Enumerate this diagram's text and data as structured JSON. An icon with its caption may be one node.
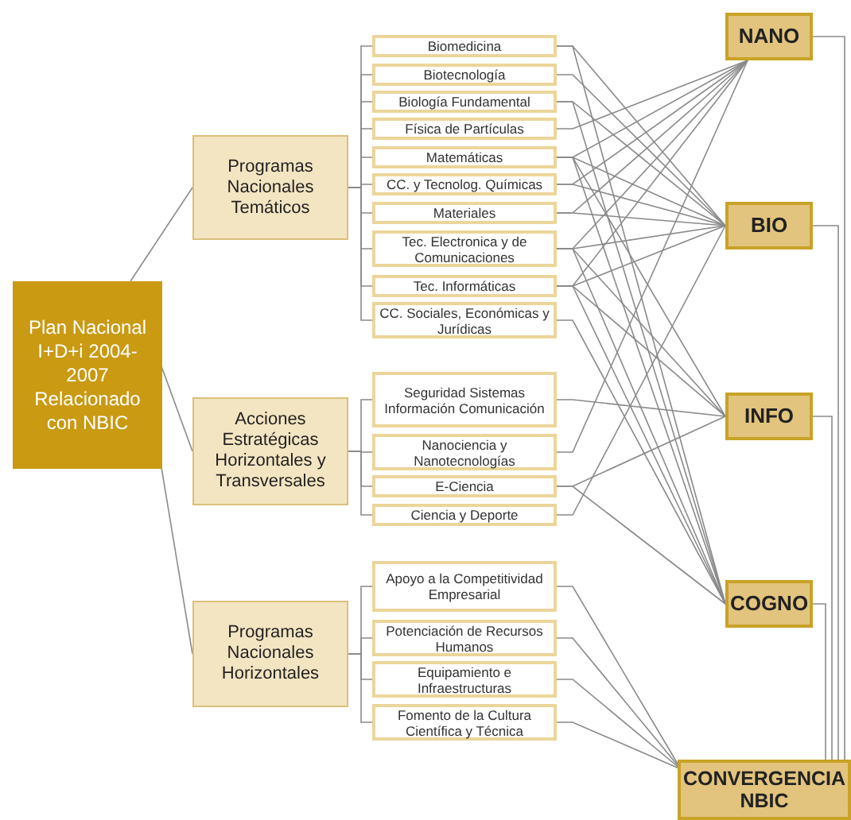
{
  "diagram": {
    "nodes": [
      {
        "text": [
          "Plan Nacional I+D+i 2004-2007 Relacionado con NBIC"
        ]
      },
      {
        "text": [
          "Programas Nacionales Temáticos"
        ]
      },
      {
        "text": [
          "Biomedicina"
        ]
      },
      {
        "text": [
          "Biotecnología"
        ]
      },
      {
        "text": [
          "Biología Fundamental"
        ]
      },
      {
        "text": [
          "Física de Partículas"
        ]
      },
      {
        "text": [
          "Matemáticas"
        ]
      },
      {
        "text": [
          "CC. y Tecnolog. Químicas"
        ]
      },
      {
        "text": [
          "Materiales"
        ]
      },
      {
        "text": [
          "Tec. Electronica y de Comunicaciones"
        ]
      },
      {
        "text": [
          "Tec. Informáticas"
        ]
      },
      {
        "text": [
          "CC. Sociales, Económicas y Jurídicas"
        ]
      },
      {
        "text": [
          "Acciones Estratégicas Horizontales y Transversales"
        ]
      },
      {
        "text": [
          "Seguridad Sistemas Información Comunicación"
        ]
      },
      {
        "text": [
          "Nanociencia y Nanotecnologías"
        ]
      },
      {
        "text": [
          "E-Ciencia"
        ]
      },
      {
        "text": [
          "Ciencia y Deporte"
        ]
      },
      {
        "text": [
          "Programas Nacionales Horizontales"
        ]
      },
      {
        "text": [
          "Apoyo a la Competitividad Empresarial"
        ]
      },
      {
        "text": [
          "Potenciación de Recursos Humanos"
        ]
      },
      {
        "text": [
          "Equipamiento e Infraestructuras"
        ]
      },
      {
        "text": [
          "Fomento de la Cultura Científica y Técnica"
        ]
      },
      {
        "text": [
          "NANO"
        ]
      },
      {
        "text": [
          "BIO"
        ]
      },
      {
        "text": [
          "INFO"
        ]
      },
      {
        "text": [
          "COGNO"
        ]
      },
      {
        "text": [
          "CONVERGENCIA NBIC"
        ]
      }
    ],
    "edges": [
      {
        "from": 0,
        "to": 1,
        "arrow": "none"
      },
      {
        "from": 0,
        "to": 12,
        "arrow": "none"
      },
      {
        "from": 0,
        "to": 17,
        "arrow": "none"
      },
      {
        "from": 1,
        "to": 2,
        "arrow": "none"
      },
      {
        "from": 1,
        "to": 3,
        "arrow": "none"
      },
      {
        "from": 1,
        "to": 4,
        "arrow": "none"
      },
      {
        "from": 1,
        "to": 5,
        "arrow": "none"
      },
      {
        "from": 1,
        "to": 6,
        "arrow": "none"
      },
      {
        "from": 1,
        "to": 7,
        "arrow": "none"
      },
      {
        "from": 1,
        "to": 8,
        "arrow": "none"
      },
      {
        "from": 1,
        "to": 9,
        "arrow": "none"
      },
      {
        "from": 1,
        "to": 10,
        "arrow": "none"
      },
      {
        "from": 1,
        "to": 11,
        "arrow": "none"
      },
      {
        "from": 12,
        "to": 13,
        "arrow": "none"
      },
      {
        "from": 12,
        "to": 14,
        "arrow": "none"
      },
      {
        "from": 12,
        "to": 15,
        "arrow": "none"
      },
      {
        "from": 12,
        "to": 16,
        "arrow": "none"
      },
      {
        "from": 17,
        "to": 18,
        "arrow": "none"
      },
      {
        "from": 17,
        "to": 19,
        "arrow": "none"
      },
      {
        "from": 17,
        "to": 20,
        "arrow": "none"
      },
      {
        "from": 17,
        "to": 21,
        "arrow": "none"
      },
      {
        "from": 2,
        "to": 23,
        "arrow": "none"
      },
      {
        "from": 2,
        "to": 25,
        "arrow": "none"
      },
      {
        "from": 3,
        "to": 23,
        "arrow": "none"
      },
      {
        "from": 4,
        "to": 23,
        "arrow": "none"
      },
      {
        "from": 4,
        "to": 25,
        "arrow": "none"
      },
      {
        "from": 5,
        "to": 22,
        "arrow": "none"
      },
      {
        "from": 6,
        "to": 22,
        "arrow": "none"
      },
      {
        "from": 6,
        "to": 23,
        "arrow": "none"
      },
      {
        "from": 6,
        "to": 24,
        "arrow": "none"
      },
      {
        "from": 6,
        "to": 25,
        "arrow": "none"
      },
      {
        "from": 7,
        "to": 22,
        "arrow": "none"
      },
      {
        "from": 7,
        "to": 23,
        "arrow": "none"
      },
      {
        "from": 8,
        "to": 22,
        "arrow": "none"
      },
      {
        "from": 8,
        "to": 23,
        "arrow": "none"
      },
      {
        "from": 9,
        "to": 22,
        "arrow": "none"
      },
      {
        "from": 9,
        "to": 23,
        "arrow": "none"
      },
      {
        "from": 9,
        "to": 24,
        "arrow": "none"
      },
      {
        "from": 9,
        "to": 25,
        "arrow": "none"
      },
      {
        "from": 10,
        "to": 22,
        "arrow": "none"
      },
      {
        "from": 10,
        "to": 23,
        "arrow": "none"
      },
      {
        "from": 10,
        "to": 24,
        "arrow": "none"
      },
      {
        "from": 10,
        "to": 25,
        "arrow": "none"
      },
      {
        "from": 11,
        "to": 25,
        "arrow": "none"
      },
      {
        "from": 13,
        "to": 24,
        "arrow": "none"
      },
      {
        "from": 14,
        "to": 22,
        "arrow": "none"
      },
      {
        "from": 15,
        "to": 24,
        "arrow": "none"
      },
      {
        "from": 15,
        "to": 25,
        "arrow": "none"
      },
      {
        "from": 16,
        "to": 23,
        "arrow": "none"
      },
      {
        "from": 18,
        "to": 26,
        "arrow": "none"
      },
      {
        "from": 19,
        "to": 26,
        "arrow": "none"
      },
      {
        "from": 20,
        "to": 26,
        "arrow": "none"
      },
      {
        "from": 21,
        "to": 26,
        "arrow": "none"
      },
      {
        "from": 22,
        "to": 26,
        "arrow": "none"
      },
      {
        "from": 23,
        "to": 26,
        "arrow": "none"
      },
      {
        "from": 24,
        "to": 26,
        "arrow": "none"
      },
      {
        "from": 25,
        "to": 26,
        "arrow": "none"
      }
    ]
  }
}
